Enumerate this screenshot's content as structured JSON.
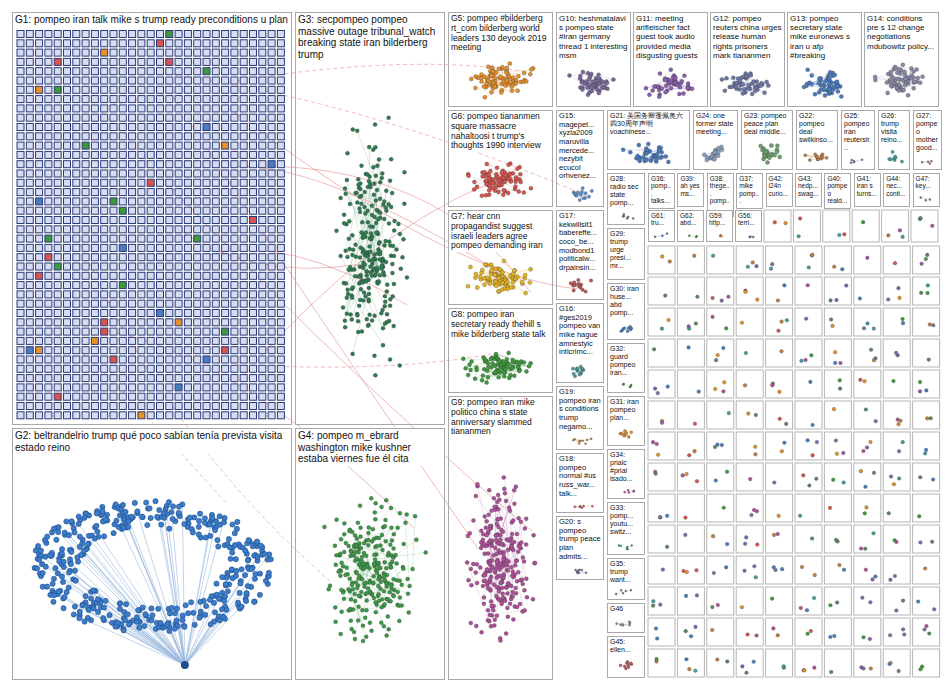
{
  "diagram": {
    "nodes": [
      {
        "text": [
          "G1: pompeo iran talk mike s trump ready preconditions u plan"
        ]
      },
      {
        "text": [
          "G2: beltrandelrio trump qué poco sabían tenía prevista visita estado reino"
        ]
      },
      {
        "text": [
          "G3: secpompeo pompeo massive outage tribunal_watch breaking state iran bilderberg trump"
        ]
      },
      {
        "text": [
          "G4: pompeo m_ebrard washington mike kushner estaba viernes fue él cita"
        ]
      },
      {
        "text": [
          "G5: pompeo #bilderberg rt_com bilderberg world leaders 130 deyook 2019 meeting"
        ]
      },
      {
        "text": [
          "G10: heshmatalavi s pompeo state #iran germany thread 1 interesting msm"
        ]
      },
      {
        "text": [
          "G11: meeting arifleischer fact guest took audio provided media disgusting guests"
        ]
      },
      {
        "text": [
          "G12: pompeo reuters china urges release human rights prisoners mark tiananmen"
        ]
      },
      {
        "text": [
          "G13: pompeo secretary state mike euronews s iran u afp #breaking"
        ]
      },
      {
        "text": [
          "G14: conditions pre s 12 change negotiations mdubowitz policy..."
        ]
      },
      {
        "text": [
          "G6: pompeo tiananmen square massacre nahaltoosi t trump's thoughts 1990 interview"
        ]
      },
      {
        "text": [
          "G15: magepet... xyzla2009 maruvilla mercede... nezybit ecucol orhvenez..."
        ]
      },
      {
        "text": [
          "G21: 美国务卿蓬佩奥六四30周年声明 voachinese..."
        ]
      },
      {
        "text": [
          "G24: one former state meeting..."
        ]
      },
      {
        "text": [
          "G23: pompeo peace plan deal middle..."
        ]
      },
      {
        "text": [
          "G22: pompeo deal swilkinso..."
        ]
      },
      {
        "text": [
          "G25: pompeo iran reutersir..."
        ]
      },
      {
        "text": [
          "G26: trump visita reino..."
        ]
      },
      {
        "text": [
          "G27: pompeo mother good..."
        ]
      },
      {
        "text": [
          "G7: hear cnn propagandist suggest israeli leaders agree pompeo demanding iran"
        ]
      },
      {
        "text": [
          "G17: kekwillsit1 babereffe... coco_be... modbond1 politicalw... drpainsin..."
        ]
      },
      {
        "text": [
          "G28: radio sec state pomp..."
        ]
      },
      {
        "text": [
          "G36: pomp... talks..."
        ]
      },
      {
        "text": [
          "G39: ah yes ms..."
        ]
      },
      {
        "text": [
          "G38: thege... pomp..."
        ]
      },
      {
        "text": [
          "G37: mike pomp..."
        ]
      },
      {
        "text": [
          "G42: i24n curio..."
        ]
      },
      {
        "text": [
          "G43: nedp... swag..."
        ]
      },
      {
        "text": [
          "G40: pompeo reald..."
        ]
      },
      {
        "text": [
          "G41: iran s turns..."
        ]
      },
      {
        "text": [
          "G44: nec... conti..."
        ]
      },
      {
        "text": [
          "G47: key..."
        ]
      },
      {
        "text": [
          "G8: pompeo iran secretary ready thehill s mike bilderberg state talk"
        ]
      },
      {
        "text": [
          "G16: #ges2019 pompeo van mike hague amnestyic intlcrimc..."
        ]
      },
      {
        "text": [
          "G29: trump urge presi... mr..."
        ]
      },
      {
        "text": [
          "G9: pompeo iran mike politico china s state anniversary slammed tiananmen"
        ]
      },
      {
        "text": [
          "G19: pompeo iran s conditions trump negamo..."
        ]
      },
      {
        "text": [
          "G30: iran huse... abd pomp..."
        ]
      },
      {
        "text": [
          "G18: pompeo normal #us russ_war... talk..."
        ]
      },
      {
        "text": [
          "G32: guard pompeo iran..."
        ]
      },
      {
        "text": [
          "G20: s pompeo trump peace plan admits..."
        ]
      },
      {
        "text": [
          "G31: iran pompeo plan..."
        ]
      },
      {
        "text": [
          "G34: prialc #prial isado..."
        ]
      },
      {
        "text": [
          "G33: pomp... youtu... switz..."
        ]
      },
      {
        "text": [
          "G35: trump want..."
        ]
      },
      {
        "text": [
          "G46"
        ]
      },
      {
        "text": [
          "G45: ellen..."
        ]
      },
      {
        "text": [
          "G61: tru..."
        ]
      },
      {
        "text": [
          "G62: abd..."
        ]
      },
      {
        "text": [
          "G59: http..."
        ]
      },
      {
        "text": [
          "G56: terri..."
        ]
      }
    ]
  }
}
